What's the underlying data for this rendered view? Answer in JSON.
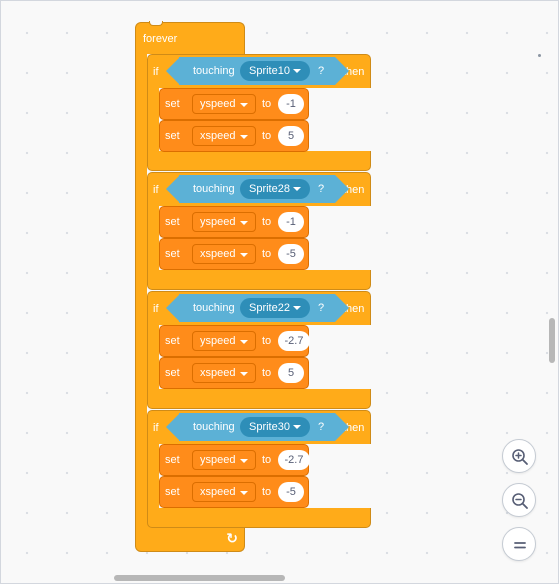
{
  "forever": {
    "label": "forever",
    "loop_icon": "loop-arrow-icon"
  },
  "if_blocks": [
    {
      "if_label": "if",
      "then_label": "then",
      "condition": {
        "label": "touching",
        "target": "Sprite10",
        "suffix": "?"
      },
      "sets": [
        {
          "label": "set",
          "variable": "yspeed",
          "to_label": "to",
          "value": "-1"
        },
        {
          "label": "set",
          "variable": "xspeed",
          "to_label": "to",
          "value": "5"
        }
      ]
    },
    {
      "if_label": "if",
      "then_label": "then",
      "condition": {
        "label": "touching",
        "target": "Sprite28",
        "suffix": "?"
      },
      "sets": [
        {
          "label": "set",
          "variable": "yspeed",
          "to_label": "to",
          "value": "-1"
        },
        {
          "label": "set",
          "variable": "xspeed",
          "to_label": "to",
          "value": "-5"
        }
      ]
    },
    {
      "if_label": "if",
      "then_label": "then",
      "condition": {
        "label": "touching",
        "target": "Sprite22",
        "suffix": "?"
      },
      "sets": [
        {
          "label": "set",
          "variable": "yspeed",
          "to_label": "to",
          "value": "-2.7"
        },
        {
          "label": "set",
          "variable": "xspeed",
          "to_label": "to",
          "value": "5"
        }
      ]
    },
    {
      "if_label": "if",
      "then_label": "then",
      "condition": {
        "label": "touching",
        "target": "Sprite30",
        "suffix": "?"
      },
      "sets": [
        {
          "label": "set",
          "variable": "yspeed",
          "to_label": "to",
          "value": "-2.7"
        },
        {
          "label": "set",
          "variable": "xspeed",
          "to_label": "to",
          "value": "-5"
        }
      ]
    }
  ],
  "zoom_controls": {
    "zoom_in_icon": "zoom-in-icon",
    "zoom_out_icon": "zoom-out-icon",
    "reset_icon": "zoom-reset-icon"
  },
  "colors": {
    "control": "#ffab19",
    "variables": "#ff8c1a",
    "sensing": "#5cb1d6",
    "sensing_dropdown": "#2e8eb8"
  }
}
